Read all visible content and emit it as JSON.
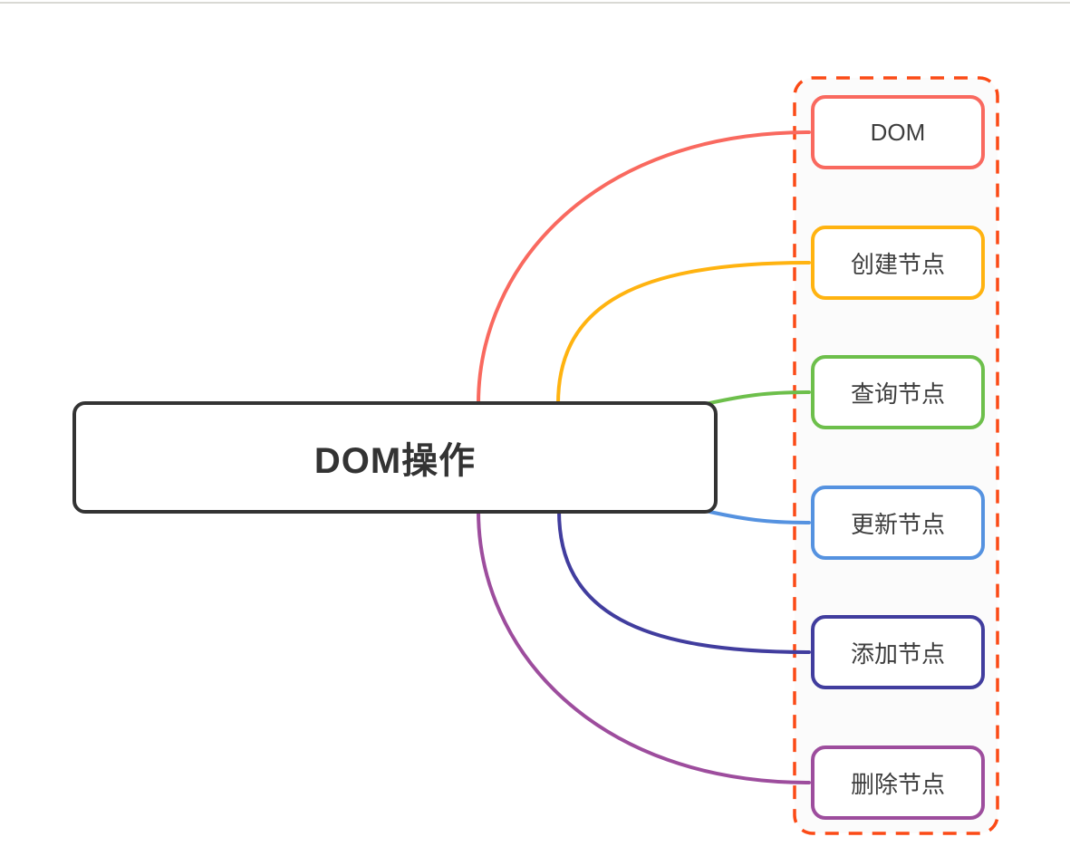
{
  "page": {
    "top_border_color": "#d9d9d4",
    "background_color": "#ffffff"
  },
  "mindmap": {
    "root": {
      "label": "DOM操作",
      "border_color": "#333333",
      "text_color": "#333333",
      "fill": "#ffffff"
    },
    "selection_outline": {
      "border_color": "#fb4a16",
      "fill": "#fbfbfb",
      "style": "dashed"
    },
    "children": [
      {
        "label": "DOM",
        "color": "#f9695f"
      },
      {
        "label": "创建节点",
        "color": "#ffb310"
      },
      {
        "label": "查询节点",
        "color": "#6dbf4b"
      },
      {
        "label": "更新节点",
        "color": "#5592e0"
      },
      {
        "label": "添加节点",
        "color": "#413d9e"
      },
      {
        "label": "删除节点",
        "color": "#9d4d9d"
      }
    ]
  }
}
